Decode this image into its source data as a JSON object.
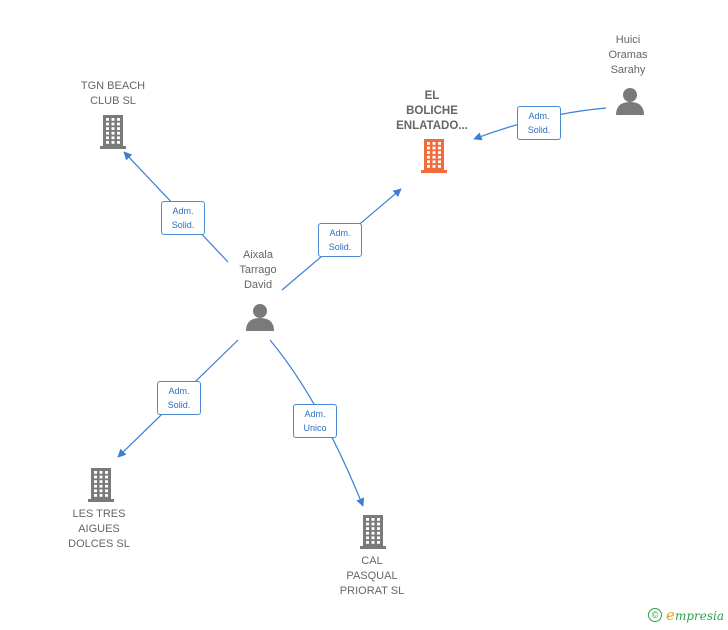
{
  "colors": {
    "edge": "#3b7fd1",
    "node_default": "#7a7a7a",
    "node_highlight": "#f26b3a",
    "brand_green": "#2aa14b",
    "brand_orange": "#e8a020"
  },
  "nodes": [
    {
      "id": "tgn",
      "type": "company",
      "label": "TGN BEACH\nCLUB  SL",
      "highlight": false
    },
    {
      "id": "boliche",
      "type": "company",
      "label": "EL\nBOLICHE\nENLATADO...",
      "highlight": true
    },
    {
      "id": "huici",
      "type": "person",
      "label": "Huici\nOramas\nSarahy",
      "highlight": false
    },
    {
      "id": "aixala",
      "type": "person",
      "label": "Aixala\nTarrago\nDavid",
      "highlight": false
    },
    {
      "id": "lestres",
      "type": "company",
      "label": "LES TRES\nAIGUES\nDOLCES SL",
      "highlight": false
    },
    {
      "id": "cal",
      "type": "company",
      "label": "CAL\nPASQUAL\nPRIORAT  SL",
      "highlight": false
    }
  ],
  "edges": [
    {
      "from": "aixala",
      "to": "tgn",
      "label": "Adm.\nSolid."
    },
    {
      "from": "aixala",
      "to": "boliche",
      "label": "Adm.\nSolid."
    },
    {
      "from": "huici",
      "to": "boliche",
      "label": "Adm.\nSolid."
    },
    {
      "from": "aixala",
      "to": "lestres",
      "label": "Adm.\nSolid."
    },
    {
      "from": "aixala",
      "to": "cal",
      "label": "Adm.\nUnico"
    }
  ],
  "footer": {
    "copyright_symbol": "©",
    "brand_first": "e",
    "brand_rest": "mpresia"
  }
}
